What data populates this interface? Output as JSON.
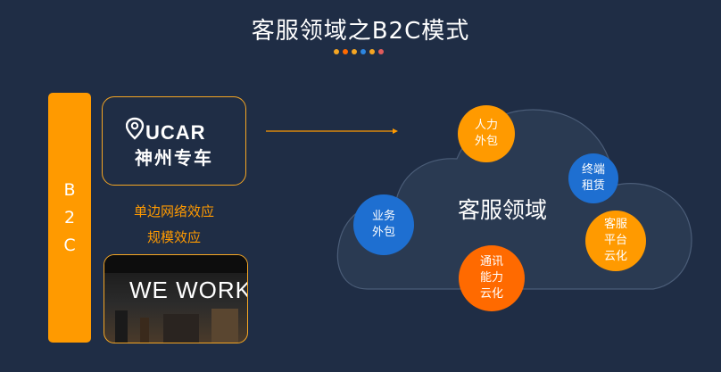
{
  "header": {
    "title": "客服领域之B2C模式"
  },
  "dots": [
    "#f5a623",
    "#ff6a00",
    "#f5a623",
    "#2d86e0",
    "#f5a623",
    "#e05c5c"
  ],
  "sidebar": {
    "letters": [
      "B",
      "2",
      "C"
    ]
  },
  "ucar": {
    "logo_text": "UCAR",
    "brand_cn": "神州专车"
  },
  "effects": {
    "line1": "单边网络效应",
    "line2": "规模效应"
  },
  "wework": {
    "sign_text": "WE WORK"
  },
  "cloud": {
    "title": "客服领域",
    "bubbles": [
      {
        "label": "人力\n外包",
        "color": "#ff9a00"
      },
      {
        "label": "终端\n租赁",
        "color": "#1e6fd1"
      },
      {
        "label": "业务\n外包",
        "color": "#1e6fd1"
      },
      {
        "label": "客服\n平台\n云化",
        "color": "#ff9a00"
      },
      {
        "label": "通讯\n能力\n云化",
        "color": "#ff6a00"
      }
    ]
  },
  "colors": {
    "accent": "#ff9a00",
    "background": "#1f2d45"
  }
}
